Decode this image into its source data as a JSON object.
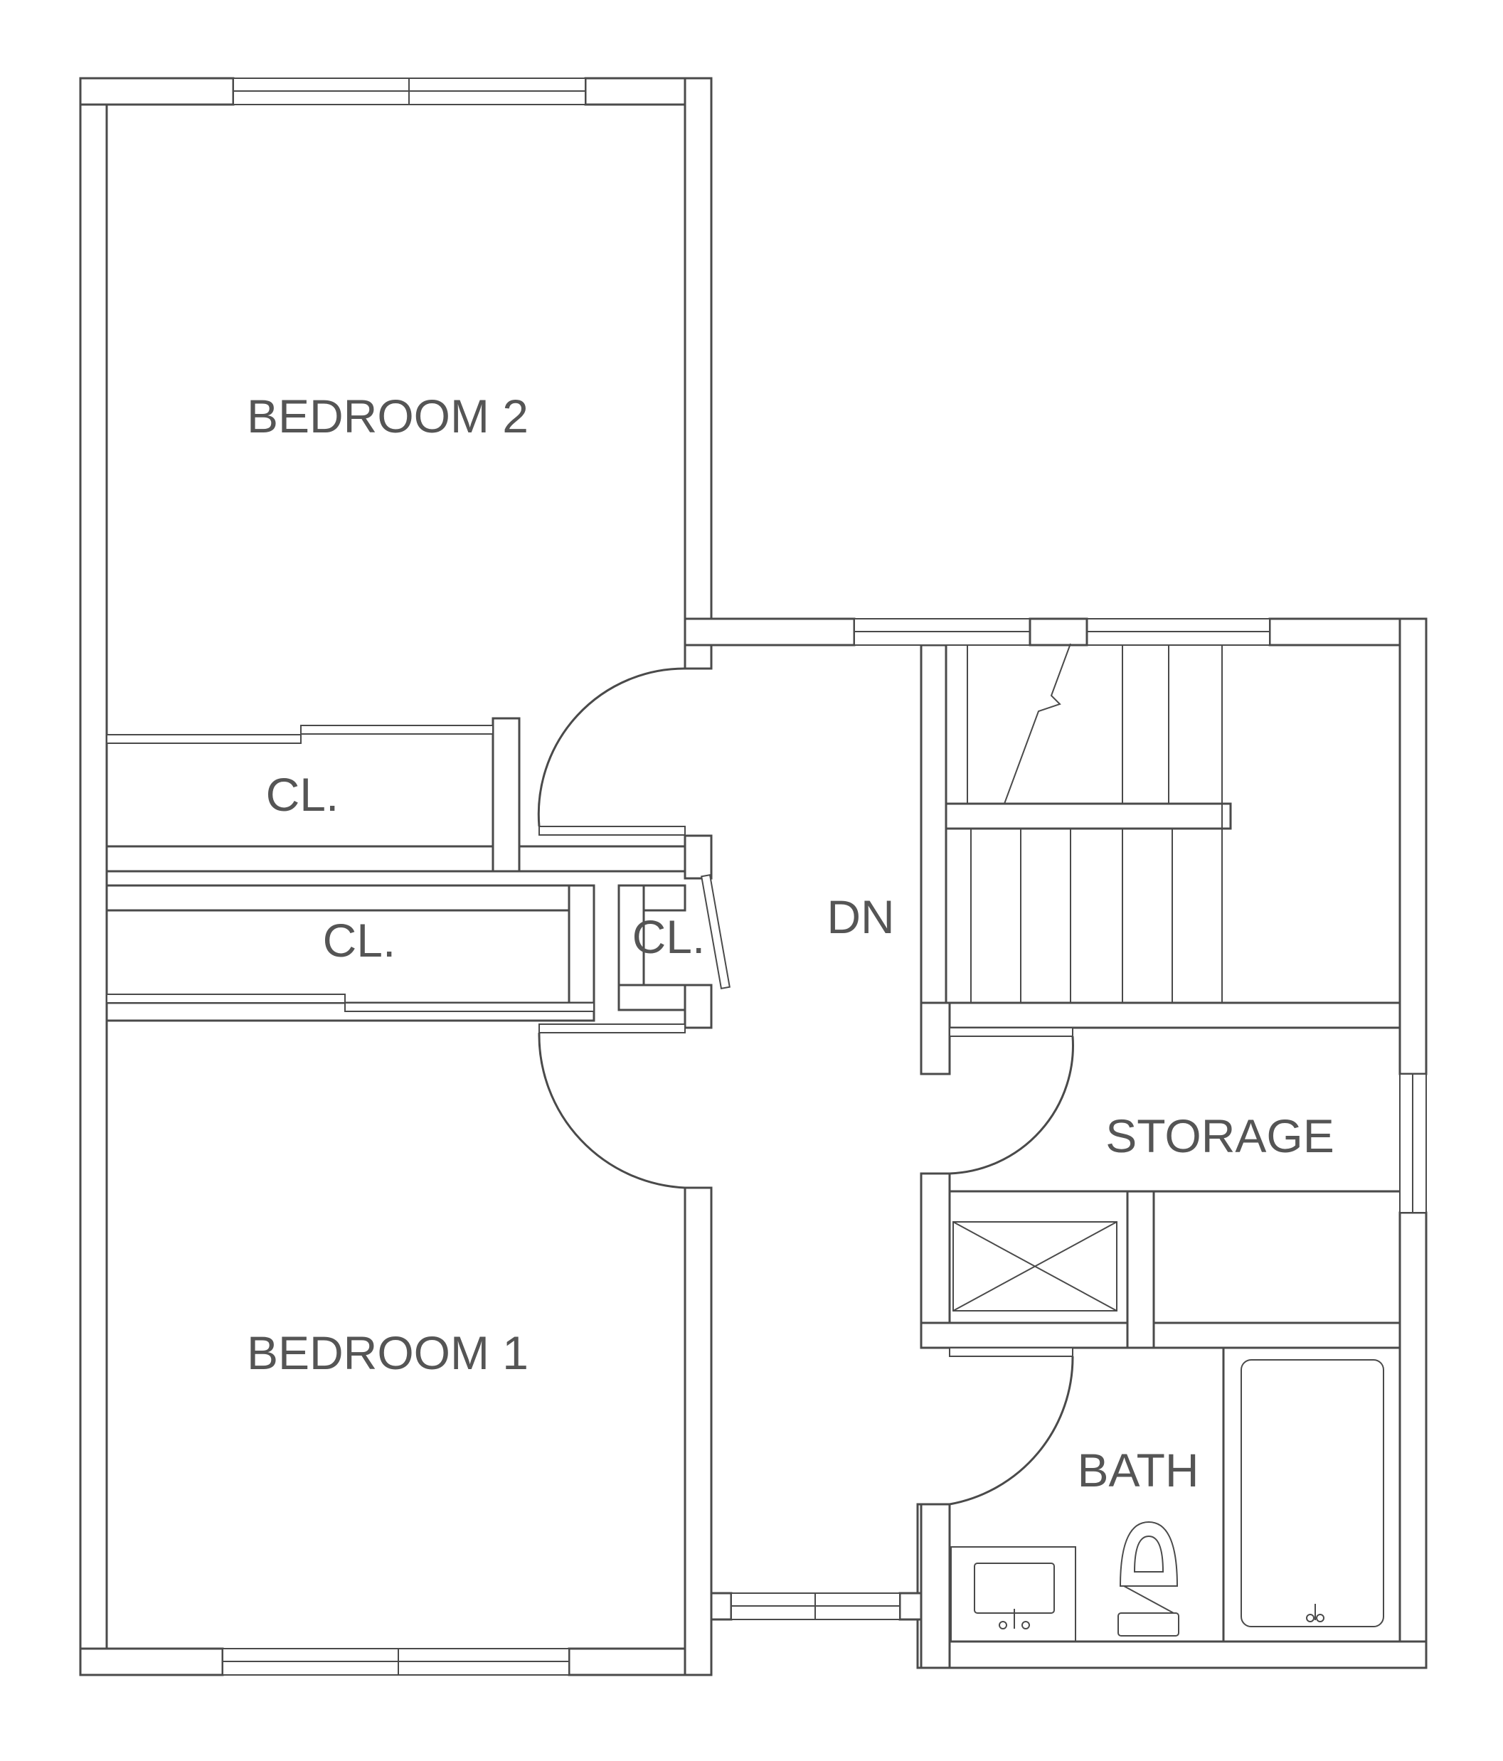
{
  "rooms": {
    "bedroom2": "BEDROOM 2",
    "bedroom1": "BEDROOM 1",
    "closet_upper": "CL.",
    "closet_lower": "CL.",
    "closet_small": "CL.",
    "stairs_down": "DN",
    "storage": "STORAGE",
    "bath": "BATH"
  },
  "colors": {
    "line": "#4a4a4a",
    "text": "#555555",
    "background": "#ffffff"
  }
}
